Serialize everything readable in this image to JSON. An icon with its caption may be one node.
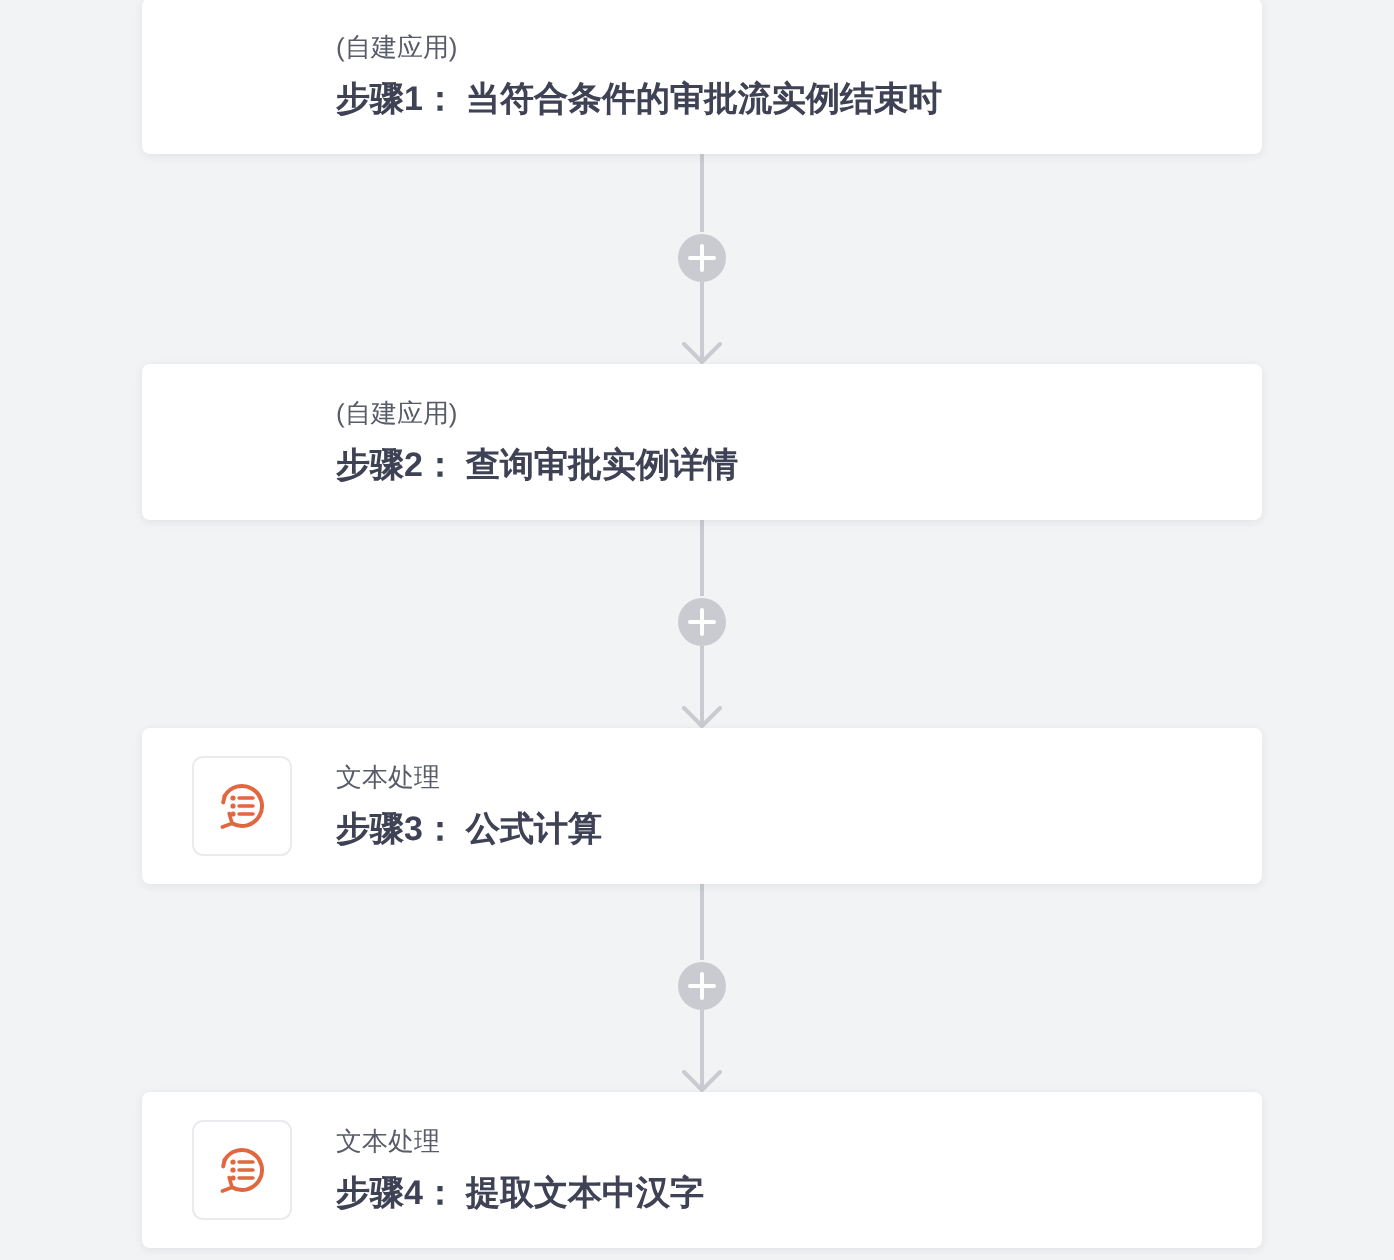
{
  "diagram": {
    "nodes": [
      {
        "text": [
          "(自建应用)",
          "步骤1： 当符合条件的审批流实例结束时"
        ]
      },
      {
        "text": [],
        "shape": "circle"
      },
      {
        "text": [
          "(自建应用)",
          "步骤2： 查询审批实例详情"
        ]
      },
      {
        "text": [],
        "shape": "circle"
      },
      {
        "text": [
          "文本处理",
          "步骤3： 公式计算"
        ]
      },
      {
        "text": [],
        "shape": "circle"
      },
      {
        "text": [
          "文本处理",
          "步骤4： 提取文本中汉字"
        ]
      }
    ],
    "edges": [
      {
        "from": 0,
        "to": 1,
        "arrow": "none"
      },
      {
        "from": 1,
        "to": 2,
        "arrow": "to"
      },
      {
        "from": 2,
        "to": 3,
        "arrow": "none"
      },
      {
        "from": 3,
        "to": 4,
        "arrow": "to"
      },
      {
        "from": 4,
        "to": 5,
        "arrow": "none"
      },
      {
        "from": 5,
        "to": 6,
        "arrow": "to"
      }
    ]
  }
}
